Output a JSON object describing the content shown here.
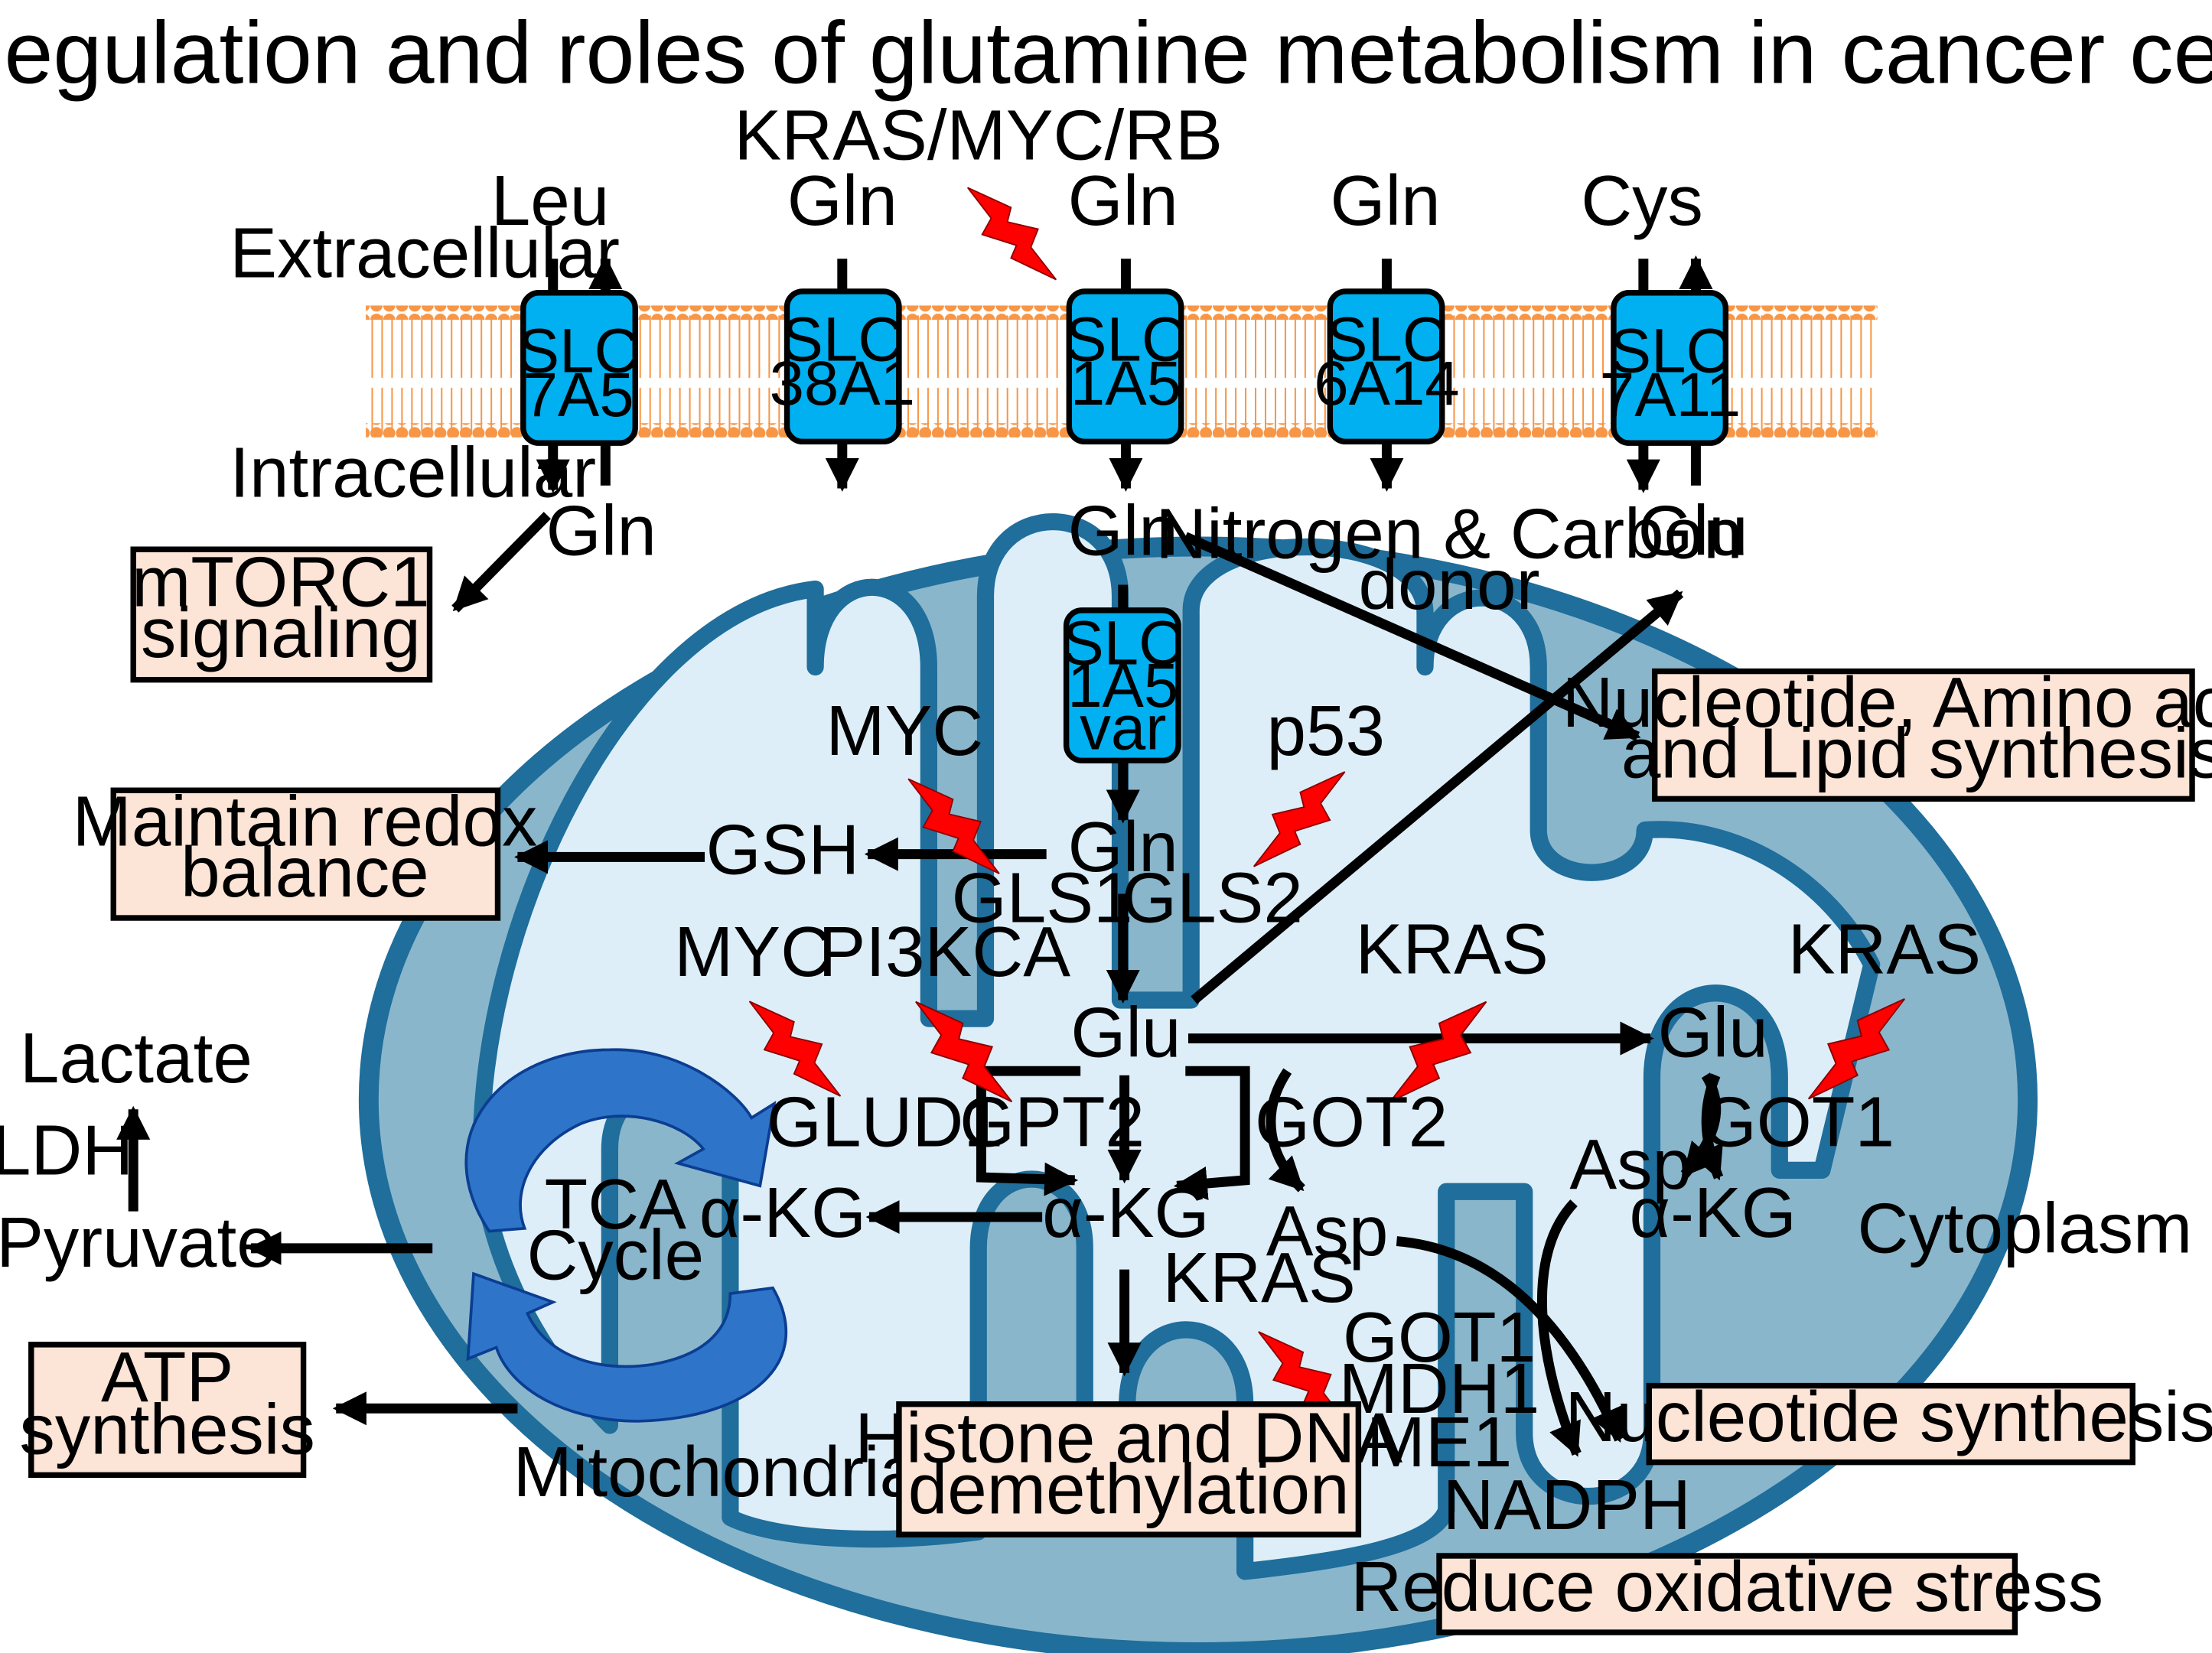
{
  "title": "Regulation and roles of glutamine metabolism in cancer cells",
  "colors": {
    "membrane_lipid": "#f79646",
    "transporter": "#00b0f0",
    "mito_outer": "#1f6e9b",
    "mito_intermembrane": "#8ab6cc",
    "mito_matrix": "#ddeef8",
    "tca_arrow": "#2e75c9",
    "lightning": "#ff0000",
    "result_box": "#fce4d6"
  },
  "regions": {
    "extracellular": "Extracellular",
    "intracellular": "Intracellular",
    "mitochondria": "Mitochondria",
    "cytoplasm": "Cytoplasm"
  },
  "regulators": {
    "kras_myc_rb": "KRAS/MYC/RB",
    "myc_gls1": "MYC",
    "p53": "p53",
    "myc_glud1": "MYC",
    "pi3kca": "PI3KCA",
    "kras_got2": "KRAS",
    "kras_got1": "KRAS",
    "kras_asp": "KRAS"
  },
  "transporters": [
    {
      "top": "Leu",
      "l1": "SLC",
      "l2": "7A5",
      "bottom": "Gln"
    },
    {
      "top": "Gln",
      "l1": "SLC",
      "l2": "38A1",
      "bottom": ""
    },
    {
      "top": "Gln",
      "l1": "SLC",
      "l2": "1A5",
      "bottom": "Gln"
    },
    {
      "top": "Gln",
      "l1": "SLC",
      "l2": "6A14",
      "bottom": ""
    },
    {
      "top": "Cys",
      "l1": "SLC",
      "l2": "7A11",
      "bottom": "Glu"
    }
  ],
  "mito_transporter": {
    "l1": "SLC",
    "l2": "1A5",
    "l3": "var"
  },
  "metabolites": {
    "gln_mito": "Gln",
    "gsh": "GSH",
    "glu_mito": "Glu",
    "akg_center": "α-KG",
    "akg_tca": "α-KG",
    "asp_mito": "Asp",
    "glu_cyto": "Glu",
    "asp_cyto": "Asp",
    "akg_cyto": "α-KG",
    "nadph": "NADPH",
    "lactate": "Lactate",
    "pyruvate": "Pyruvate"
  },
  "enzymes": {
    "gls1": "GLS1",
    "gls2": "GLS2",
    "glud1": "GLUD1",
    "gpt2": "GPT2",
    "got2": "GOT2",
    "got1": "GOT1",
    "ldh": "LDH",
    "got1_b": "GOT1",
    "mdh1": "MDH1",
    "me1": "ME1"
  },
  "tca": {
    "line1": "TCA",
    "line2": "Cycle"
  },
  "nitrogen_donor": {
    "line1": "Nitrogen & Carbon",
    "line2": "donor"
  },
  "outcomes": {
    "mtorc1": {
      "line1": "mTORC1",
      "line2": "signaling"
    },
    "redox": {
      "line1": "Maintain redox",
      "line2": "balance"
    },
    "atp": {
      "line1": "ATP",
      "line2": "synthesis"
    },
    "nucleotide_amino_lipid": {
      "line1": "Nucleotide, Amino acid",
      "line2": "and Lipid synthesis"
    },
    "histone": {
      "line1": "Histone and DNA",
      "line2": "demethylation"
    },
    "nucleotide": "Nucleotide synthesis",
    "oxidative": "Reduce oxidative stress"
  }
}
